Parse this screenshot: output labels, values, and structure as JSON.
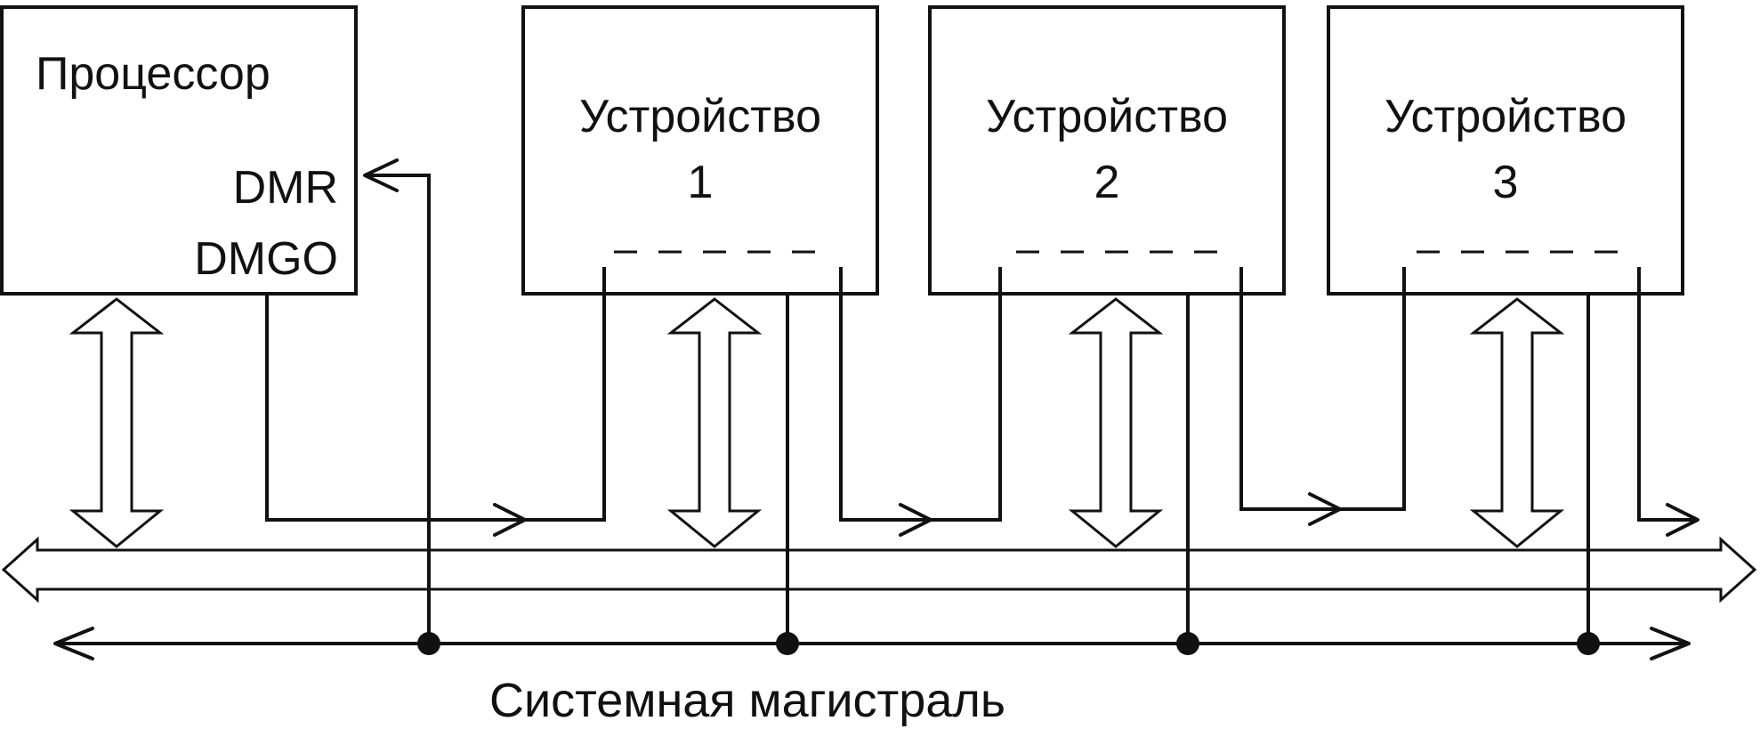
{
  "processor": {
    "title": "Процессор",
    "signal_dmr": "DMR",
    "signal_dmgo": "DMGO"
  },
  "devices": [
    {
      "name": "Устройство",
      "number": "1"
    },
    {
      "name": "Устройство",
      "number": "2"
    },
    {
      "name": "Устройство",
      "number": "3"
    }
  ],
  "caption": "Системная магистраль"
}
